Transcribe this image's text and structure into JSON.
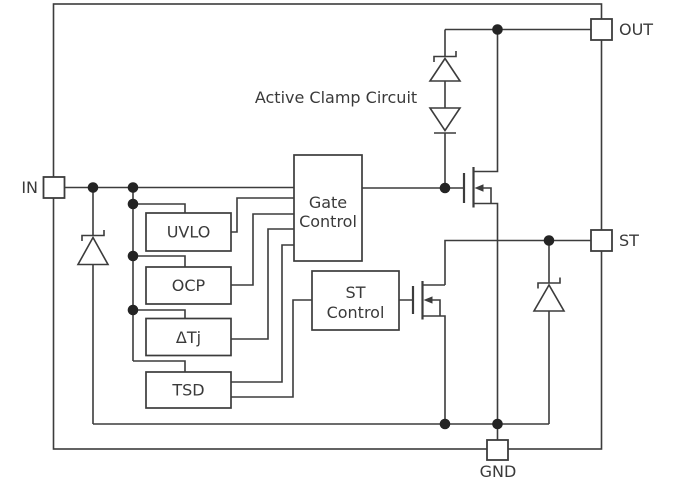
{
  "figure": {
    "type": "circuit-block-diagram",
    "annotation": "Active Clamp Circuit"
  },
  "pins": {
    "in": "IN",
    "out": "OUT",
    "st": "ST",
    "gnd": "GND"
  },
  "blocks": {
    "uvlo": "UVLO",
    "ocp": "OCP",
    "delta_tj": "ΔTj",
    "tsd": "TSD",
    "gate_control": {
      "line1": "Gate",
      "line2": "Control"
    },
    "st_control": {
      "line1": "ST",
      "line2": "Control"
    }
  },
  "colors": {
    "background": "#ffffff",
    "line": "#3c3c3c",
    "text": "#3a3a3a",
    "junction_dot": "#242424"
  }
}
